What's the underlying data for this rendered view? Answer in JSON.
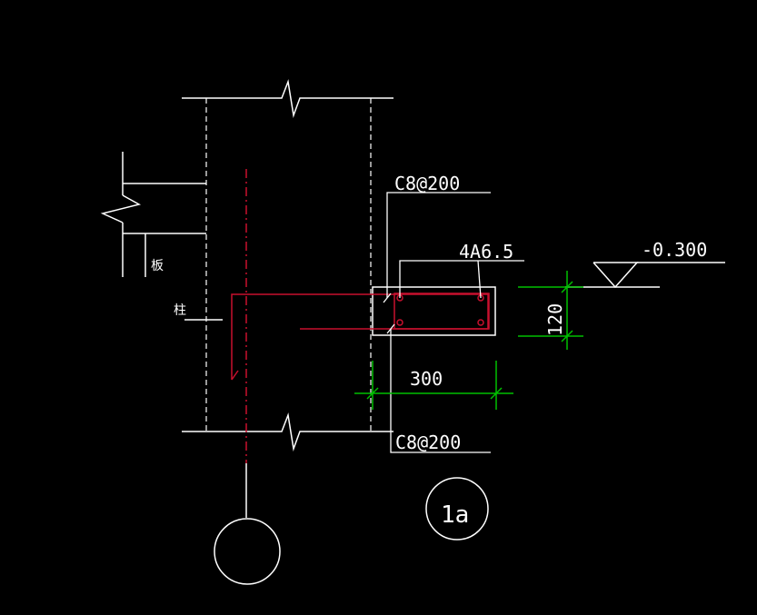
{
  "drawing": {
    "background_color": "#000000",
    "line_color": "#ffffff",
    "rebar_color": "#c8102e",
    "dimension_color": "#00c000"
  },
  "labels": {
    "stirrup_top": "C8@200",
    "stirrup_bottom": "C8@200",
    "long_bars": "4A6.5",
    "elevation": "-0.300",
    "dim_depth": "120",
    "dim_width": "300",
    "detail_id": "1a",
    "slab_char": "板",
    "column_char": "柱"
  }
}
